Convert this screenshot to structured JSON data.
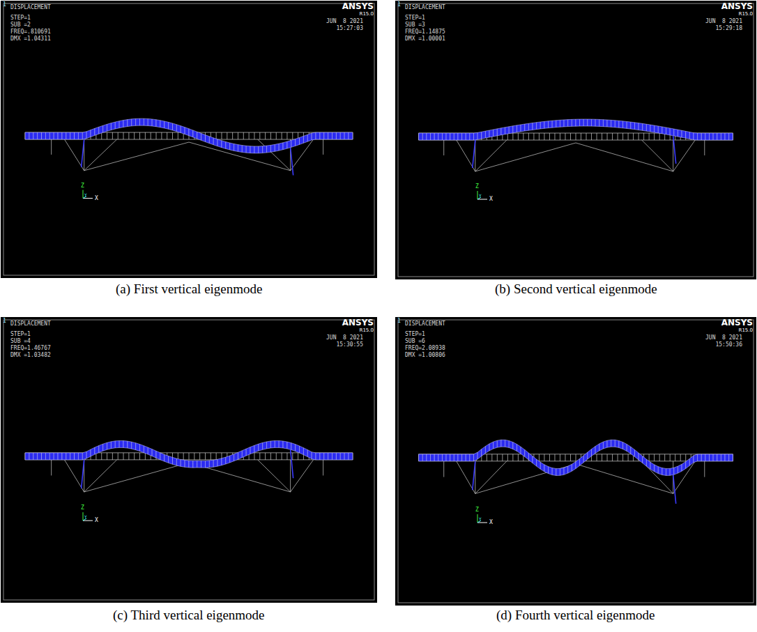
{
  "diagram": {
    "labels": [
      "1",
      "DISPLACEMENT",
      "STEP=1",
      "SUB =2",
      "FREQ=.810691",
      "DMX =1.04311",
      "ANSYS",
      "R15.0",
      "JUN  8 2021",
      "15:27:03",
      "Z",
      "Y",
      "X",
      "1",
      "DISPLACEMENT",
      "STEP=1",
      "SUB =3",
      "FREQ=1.14875",
      "DMX =1.00001",
      "ANSYS",
      "R15.0",
      "JUN  8 2021",
      "15:29:18",
      "Z",
      "Y",
      "X",
      "(a) First vertical eigenmode",
      "(b) Second vertical eigenmode",
      "1",
      "DISPLACEMENT",
      "STEP=1",
      "SUB =4",
      "FREQ=1.46767",
      "DMX =1.03482",
      "ANSYS",
      "R15.0",
      "JUN  8 2021",
      "15:30:55",
      "Z",
      "Y",
      "X",
      "1",
      "DISPLACEMENT",
      "STEP=1",
      "SUB =6",
      "FREQ=2.08938",
      "DMX =1.00806",
      "ANSYS",
      "R15.0",
      "JUN  8 2021",
      "15:50:36",
      "Z",
      "Y",
      "X",
      "(c) Third vertical eigenmode",
      "(d) Fourth vertical eigenmode"
    ]
  }
}
